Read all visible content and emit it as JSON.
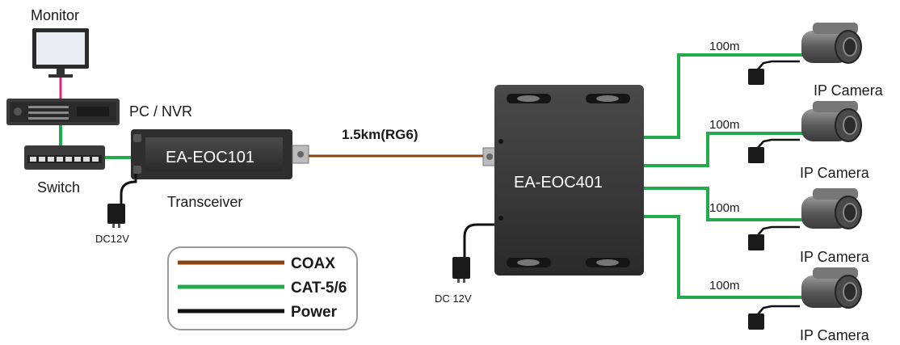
{
  "labels": {
    "monitor": "Monitor",
    "pc_nvr": "PC / NVR",
    "switch": "Switch",
    "transceiver_model": "EA-EOC101",
    "transceiver": "Transceiver",
    "dc_left": "DC12V",
    "coax_run": "1.5km(RG6)",
    "main_unit": "EA-EOC401",
    "dc_main": "DC 12V",
    "camera_distance": "100m",
    "camera": "IP Camera"
  },
  "legend": {
    "items": [
      {
        "label": "COAX",
        "color": "#8b4513"
      },
      {
        "label": "CAT-5/6",
        "color": "#22aa4c"
      },
      {
        "label": "Power",
        "color": "#111111"
      }
    ]
  },
  "colors": {
    "coax": "#8b4513",
    "cat": "#22aa4c",
    "power": "#111111",
    "hdmi": "#d6287c",
    "device": "#3a3a3a"
  },
  "cameras": [
    {
      "distance": "100m",
      "label": "IP Camera"
    },
    {
      "distance": "100m",
      "label": "IP Camera"
    },
    {
      "distance": "100m",
      "label": "IP Camera"
    },
    {
      "distance": "100m",
      "label": "IP Camera"
    }
  ]
}
